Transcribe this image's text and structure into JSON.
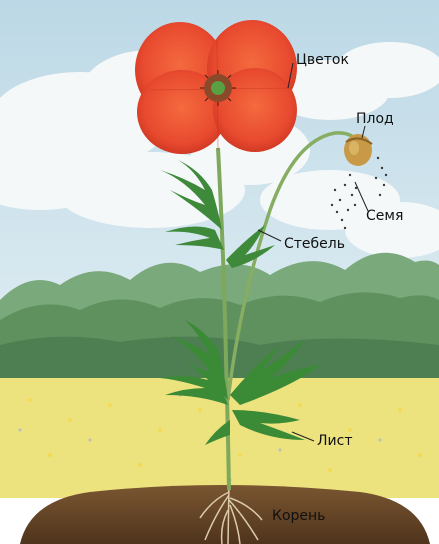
{
  "labels": {
    "flower": "Цветок",
    "fruit": "Плод",
    "seed": "Семя",
    "stem": "Стебель",
    "leaf": "Лист",
    "root": "Корень"
  },
  "colors": {
    "sky": "#cfe3ee",
    "cloud": "#f4f7f8",
    "trees": "#6f9e73",
    "meadow": "#ebe07a",
    "soil": "#6b4a2b",
    "petal": "#e84a2f",
    "stem": "#7aa457",
    "leaf": "#3f8a3a",
    "seedpod": "#c89a48",
    "root": "#d8c5a5"
  }
}
